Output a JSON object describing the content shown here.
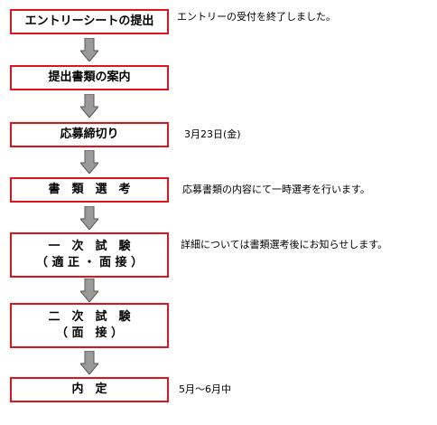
{
  "steps": [
    {
      "lines": [
        "エントリーシートの提出"
      ],
      "note": "エントリーの受付を終了しました。"
    },
    {
      "lines": [
        "提出書類の案内"
      ],
      "note": ""
    },
    {
      "lines": [
        "応募締切り"
      ],
      "note": "3月23日(金)"
    },
    {
      "lines": [
        "書　類　選　考"
      ],
      "note": "応募書類の内容にて一時選考を行います。"
    },
    {
      "lines": [
        "一　次　試　験",
        "（ 適 正 ・ 面 接 ）"
      ],
      "note": "詳細については書類選考後にお知らせします。"
    },
    {
      "lines": [
        "二　次　試　験",
        "（ 面　接 ）"
      ],
      "note": ""
    },
    {
      "lines": [
        "内　定"
      ],
      "note": "5月～6月中"
    }
  ],
  "colors": {
    "box_border": "#e0121b",
    "arrow_fill": "#9a9a9a",
    "arrow_stroke": "#555555"
  }
}
